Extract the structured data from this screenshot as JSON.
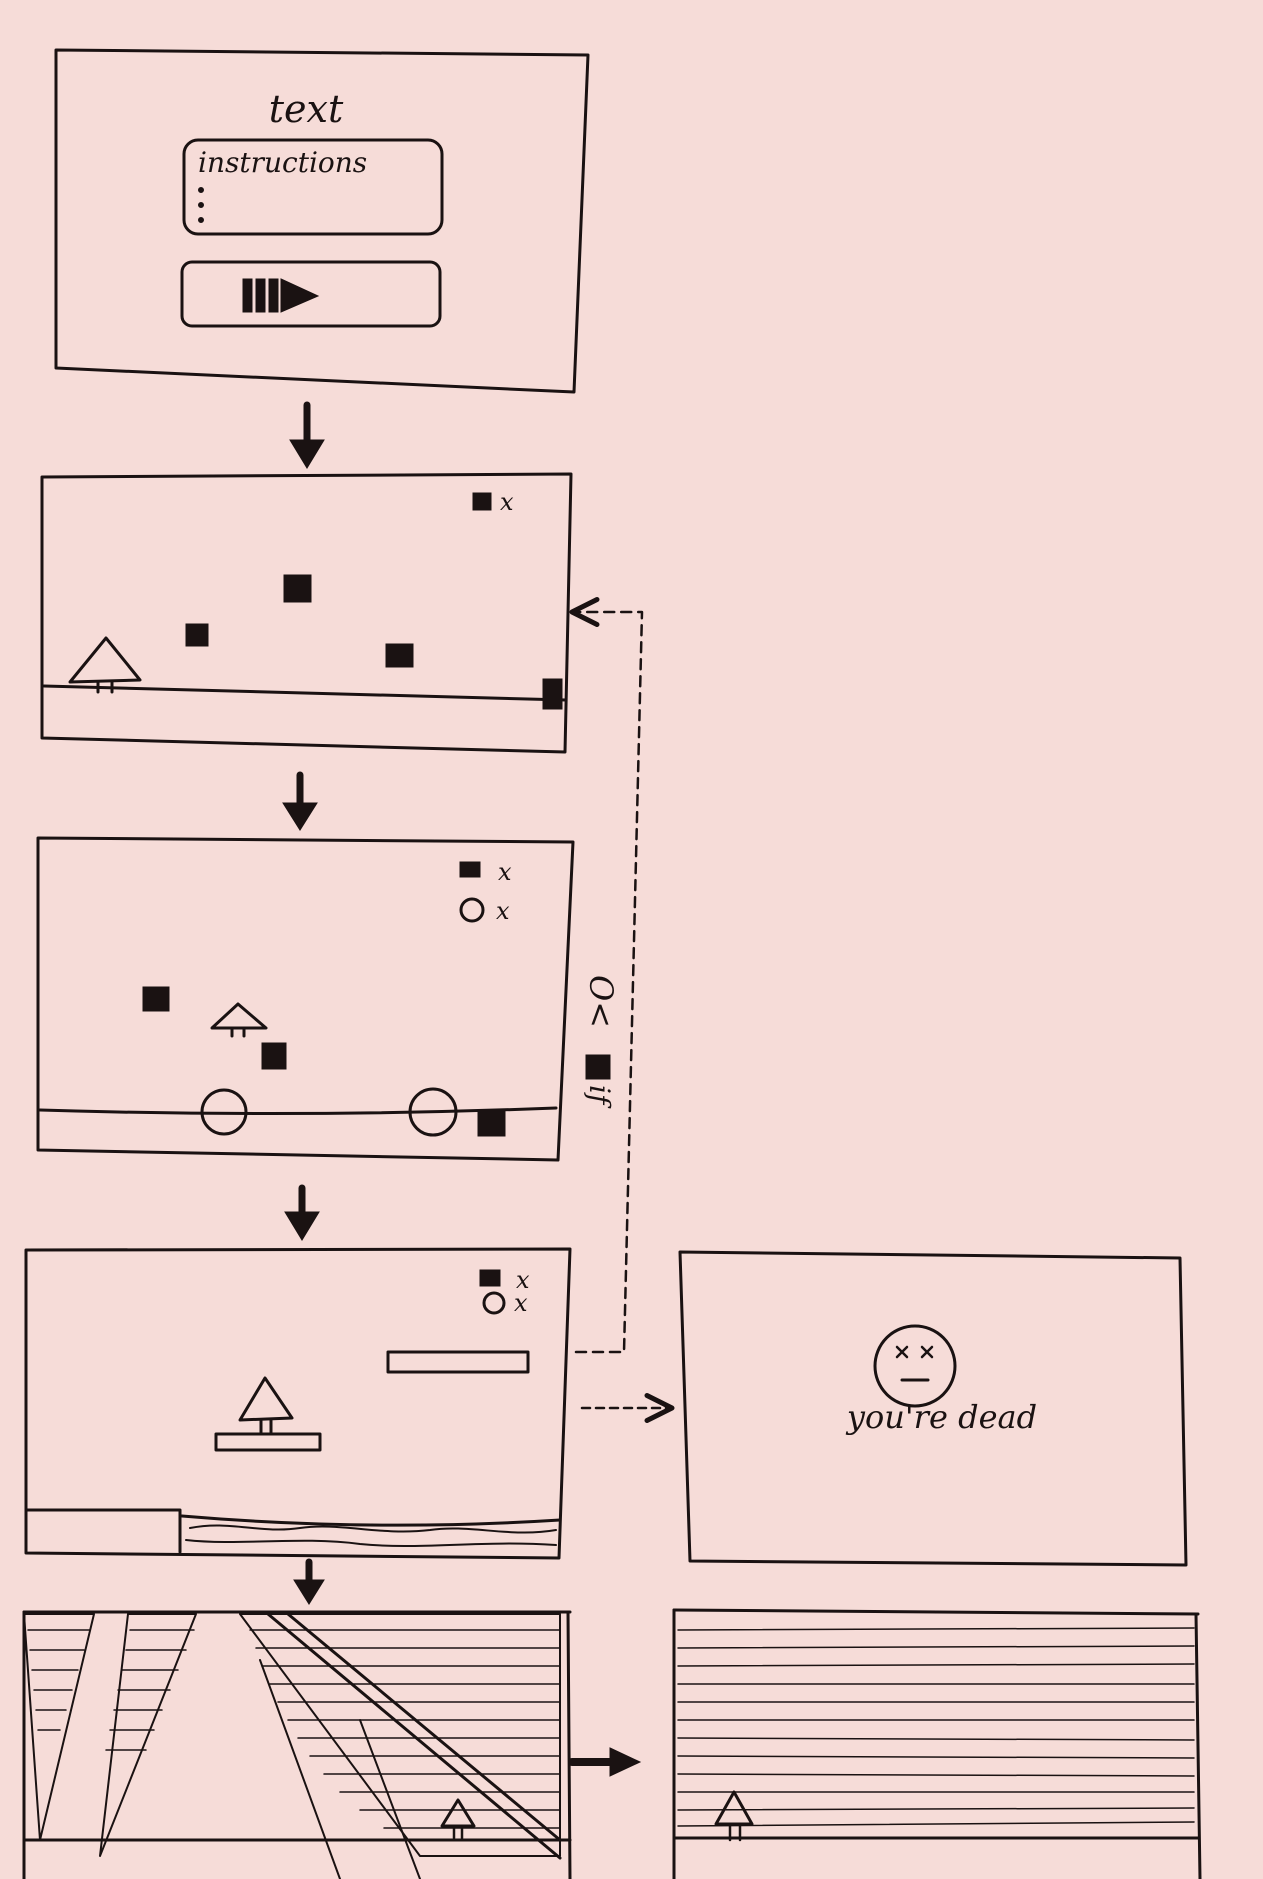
{
  "screens": {
    "start": {
      "title": "text",
      "instructions_label": "instructions",
      "play_button_icon": "play-pause-icon"
    },
    "level1": {
      "hud": {
        "block_count_label": "x"
      }
    },
    "level2": {
      "hud": {
        "block_count_label": "x",
        "coin_count_label": "x"
      }
    },
    "level3": {
      "hud": {
        "block_count_label": "x",
        "coin_count_label": "x"
      }
    },
    "dead": {
      "message": "you're dead",
      "face_icon": "dead-face-icon"
    }
  },
  "loop_condition": {
    "text_top": "O<",
    "text_bottom": "if"
  },
  "colors": {
    "paper": "#f6dcd8",
    "ink": "#1a1212"
  }
}
